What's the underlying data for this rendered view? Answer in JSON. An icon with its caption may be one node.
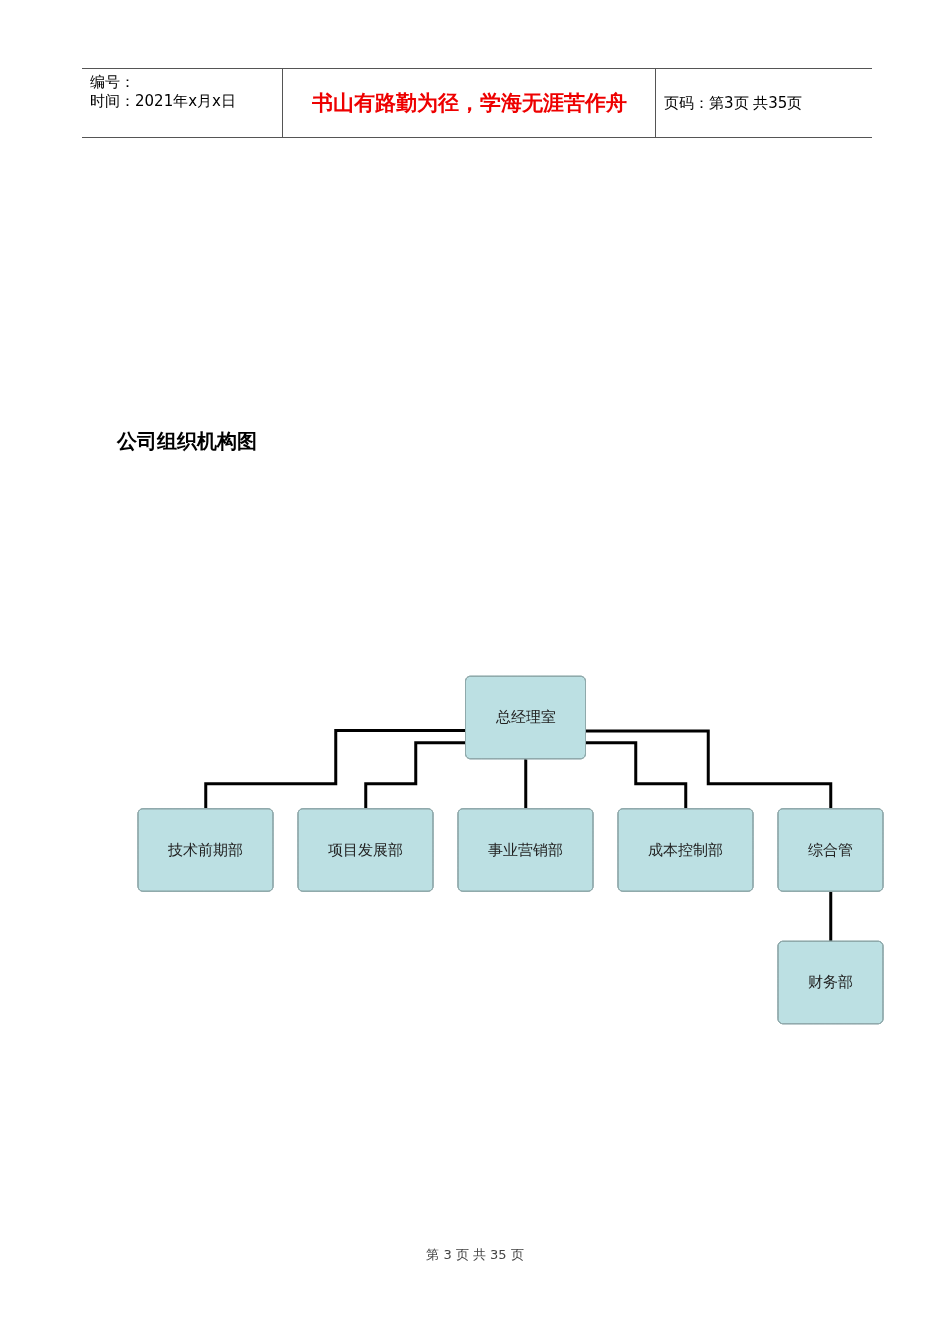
{
  "diagram": {
    "title": "公司组织机构图",
    "nodes": [
      {
        "text": [
          "总经理室"
        ]
      },
      {
        "text": [
          "技术前期部"
        ]
      },
      {
        "text": [
          "项目发展部"
        ]
      },
      {
        "text": [
          "事业营销部"
        ]
      },
      {
        "text": [
          "成本控制部"
        ]
      },
      {
        "text": [
          "综合管"
        ]
      },
      {
        "text": [
          "财务部"
        ]
      }
    ],
    "edges": [
      {
        "from": 0,
        "to": 1,
        "arrow": "none"
      },
      {
        "from": 0,
        "to": 2,
        "arrow": "none"
      },
      {
        "from": 0,
        "to": 3,
        "arrow": "none"
      },
      {
        "from": 0,
        "to": 4,
        "arrow": "none"
      },
      {
        "from": 0,
        "to": 5,
        "arrow": "none"
      },
      {
        "from": 5,
        "to": 6,
        "arrow": "none"
      }
    ],
    "labels": [
      "编号：",
      "时间：2021年x月x日",
      "书山有路勤为径，学海无涯苦作舟",
      "页码：第3页 共35页",
      "第 3 页 共 35 页"
    ]
  }
}
